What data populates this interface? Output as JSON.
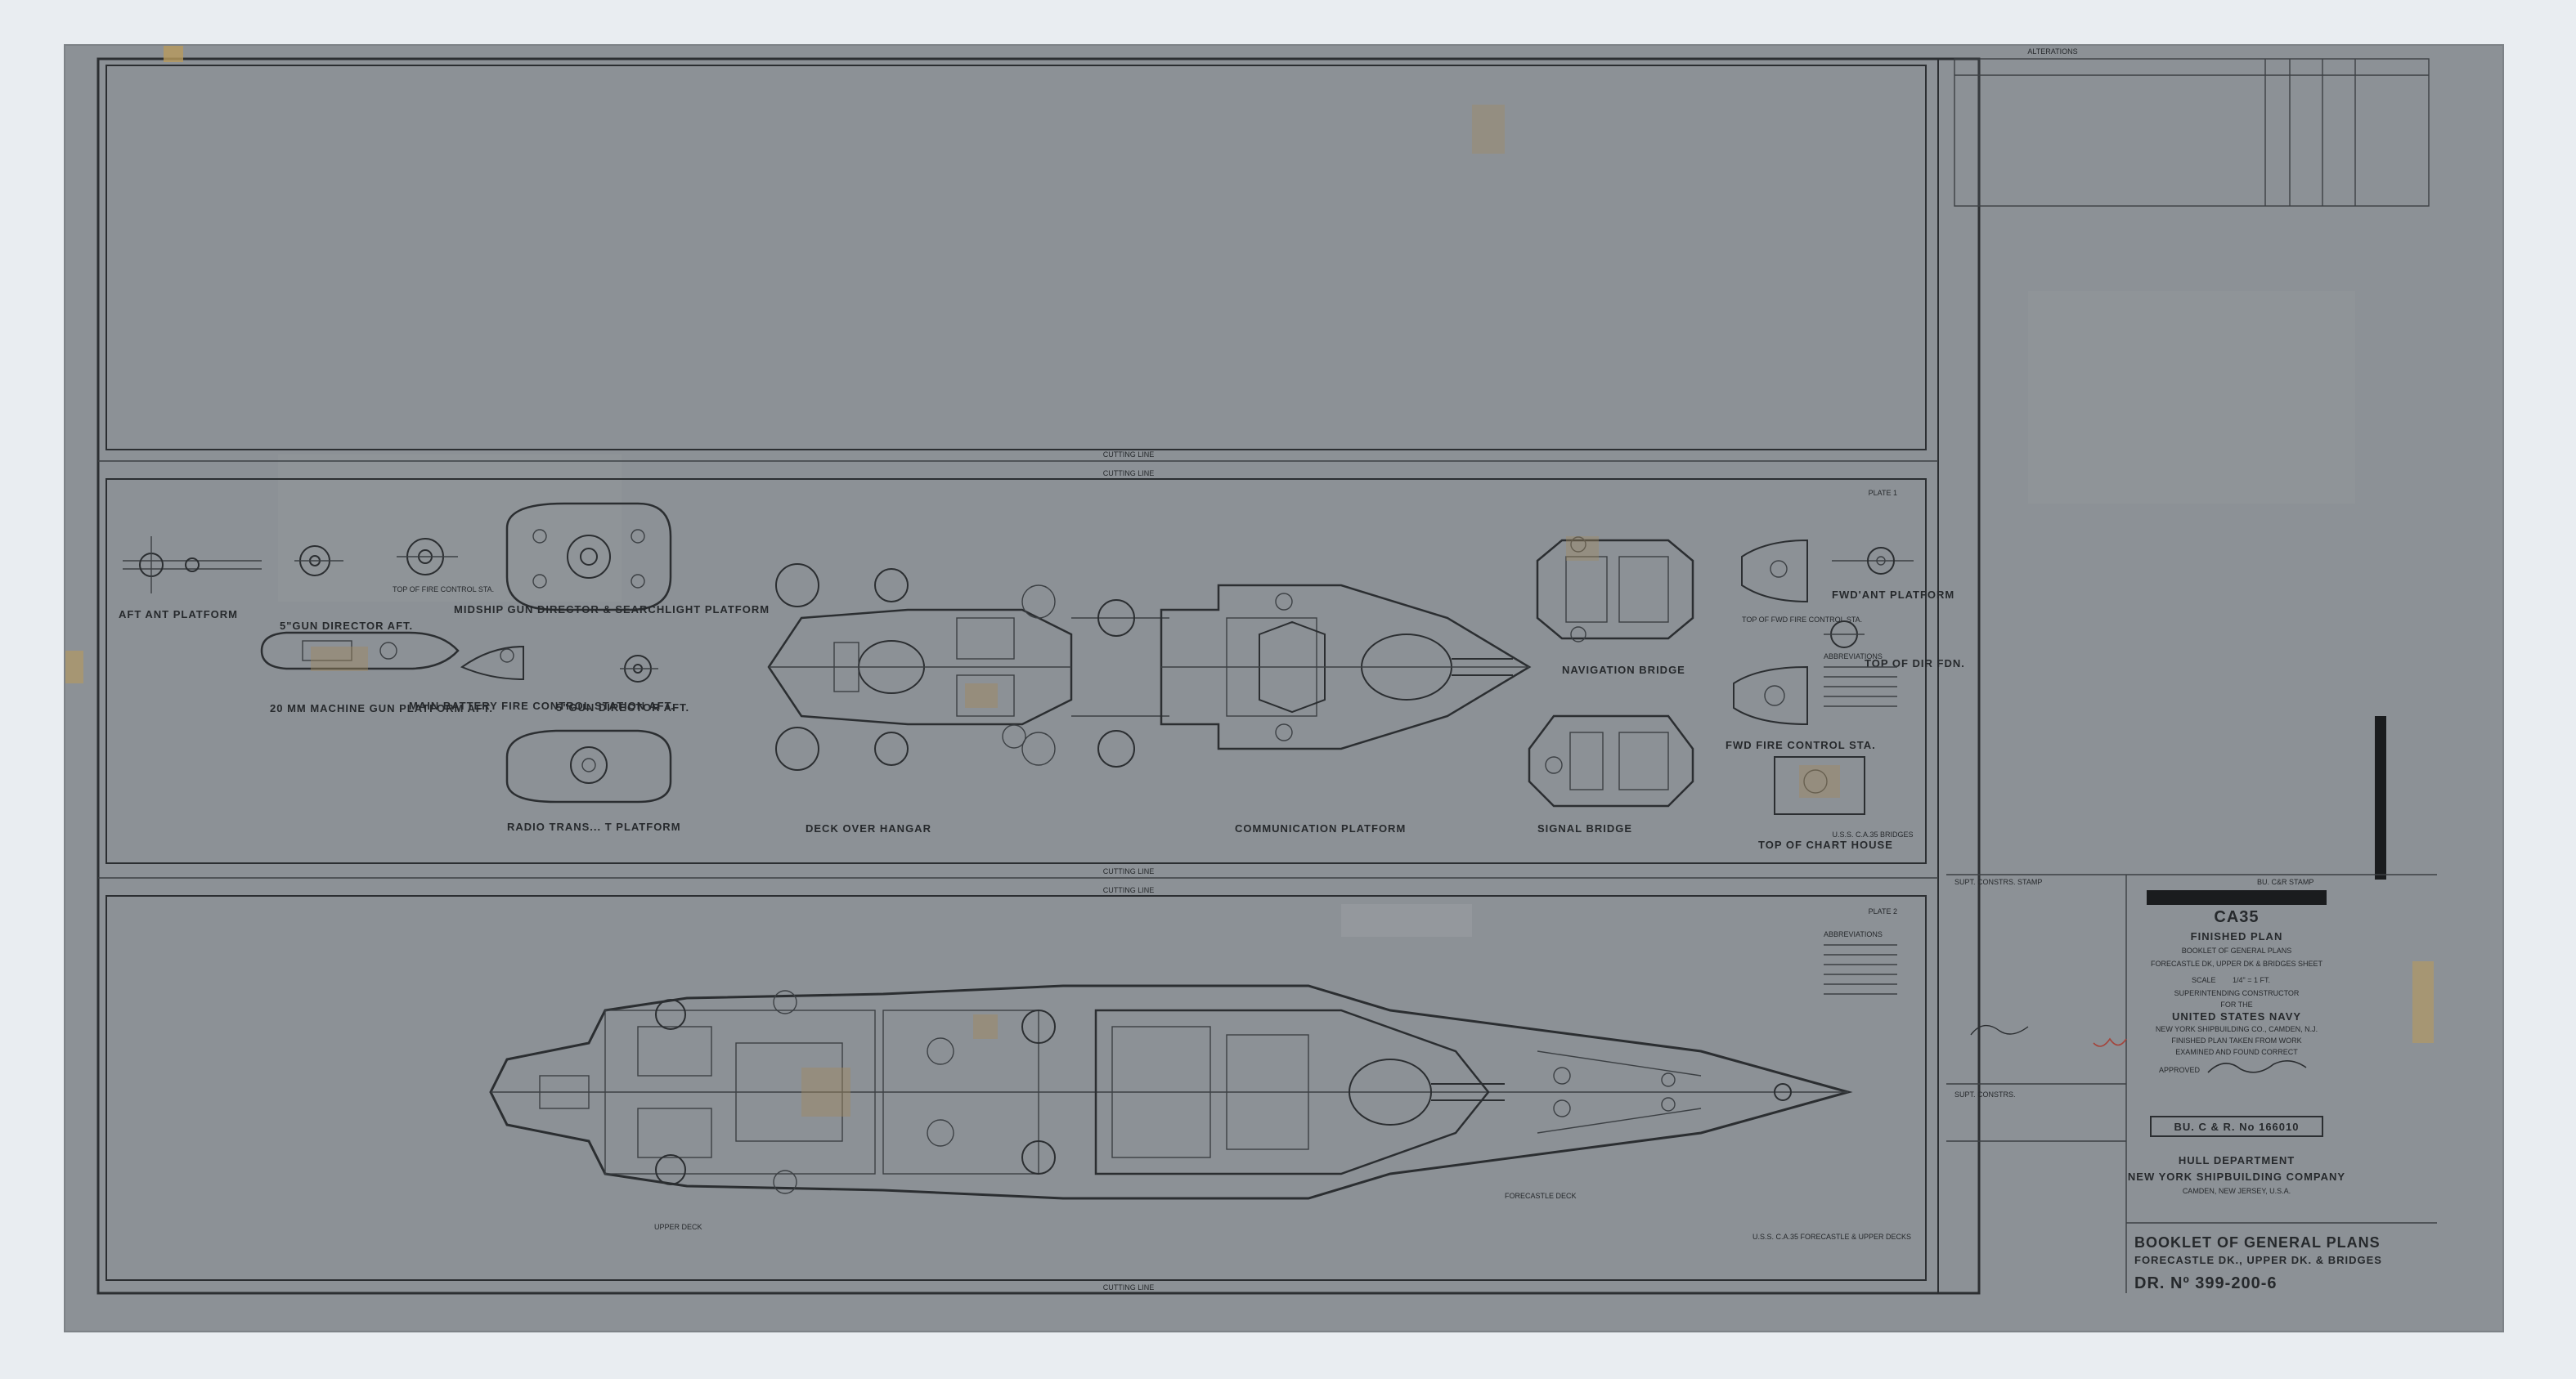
{
  "alterations_header": "ALTERATIONS",
  "plate_1": "PLATE 1",
  "plate_2": "PLATE 2",
  "cutting_line": "CUTTING LINE",
  "labels": {
    "aft_ant_platform": "AFT ANT PLATFORM",
    "gun_director_aft_1": "5\"GUN DIRECTOR AFT.",
    "top_of_fire_control_sta": "TOP OF FIRE CONTROL STA.",
    "midship_gun_director": "MIDSHIP GUN DIRECTOR & SEARCHLIGHT PLATFORM",
    "mg_platform_aft": "20 MM MACHINE GUN PLATFORM AFT.",
    "main_battery_fire_control": "MAIN BATTERY FIRE CONTROL STATION AFT.",
    "gun_director_aft_2": "5\"GUN DIRECTOR AFT.",
    "radio_platform": "RADIO TRANS... T PLATFORM",
    "deck_over_hangar": "DECK OVER HANGAR",
    "communication_platform": "COMMUNICATION PLATFORM",
    "navigation_bridge": "NAVIGATION BRIDGE",
    "signal_bridge": "SIGNAL BRIDGE",
    "top_of_fwd_fire_control": "TOP OF FWD FIRE CONTROL STA.",
    "fwd_ant_platform": "FWD'ANT PLATFORM",
    "top_of_dir_fdn": "TOP OF DIR FDN.",
    "fwd_fire_control_sta": "FWD FIRE CONTROL STA.",
    "top_of_chart_house": "TOP OF CHART HOUSE",
    "abbreviations": "ABBREVIATIONS",
    "uss_bridges": "U.S.S. C.A.35 BRIDGES",
    "upper_deck": "UPPER DECK",
    "forecastle_deck": "FORECASTLE DECK",
    "uss_forecastle": "U.S.S. C.A.35 FORECASTLE & UPPER DECKS"
  },
  "title_block": {
    "supt_constrs_stamp": "SUPT. CONSTRS. STAMP",
    "bu_cr_stamp": "BU. C&R STAMP",
    "ship": "CA35",
    "finished_plan": "FINISHED PLAN",
    "booklet_line": "BOOKLET OF GENERAL PLANS",
    "sheet_line": "FORECASTLE DK, UPPER DK & BRIDGES SHEET",
    "scale_label": "SCALE",
    "scale_value": "1/4\" = 1 FT.",
    "superintending": "SUPERINTENDING CONSTRUCTOR",
    "for_the": "FOR THE",
    "navy": "UNITED STATES NAVY",
    "yard": "NEW YORK SHIPBUILDING CO., CAMDEN, N.J.",
    "finished_plan_taken": "FINISHED PLAN TAKEN FROM WORK",
    "examined": "EXAMINED AND FOUND CORRECT",
    "approved": "APPROVED",
    "supt_constrs": "SUPT. CONSTRS.",
    "bu_number": "BU. C & R. No 166010",
    "hull_dept": "HULL DEPARTMENT",
    "company": "NEW YORK SHIPBUILDING COMPANY",
    "location": "CAMDEN, NEW JERSEY, U.S.A.",
    "booklet_title": "BOOKLET OF GENERAL PLANS",
    "sheet_title": "FORECASTLE DK., UPPER DK. & BRIDGES",
    "dr_no": "DR. Nº 399-200-6"
  },
  "colors": {
    "paper": "#8c9196",
    "ink": "#2b2e31",
    "stain": "#a08a62",
    "tape": "#b89a5c",
    "black_bar": "#1a1c1e",
    "red_mark": "#a4453c"
  }
}
